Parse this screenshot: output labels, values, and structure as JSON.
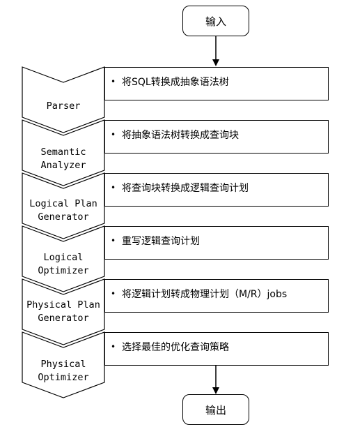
{
  "input": {
    "label": "输入"
  },
  "output": {
    "label": "输出"
  },
  "stages": [
    {
      "name": "Parser",
      "step": "将SQL转换成抽象语法树"
    },
    {
      "name": "Semantic\nAnalyzer",
      "step": "将抽象语法树转换成查询块"
    },
    {
      "name": "Logical Plan\nGenerator",
      "step": "将查询块转换成逻辑查询计划"
    },
    {
      "name": "Logical\nOptimizer",
      "step": "重写逻辑查询计划"
    },
    {
      "name": "Physical Plan\nGenerator",
      "step": "将逻辑计划转成物理计划（M/R）jobs"
    },
    {
      "name": "Physical\nOptimizer",
      "step": "选择最佳的优化查询策略"
    }
  ]
}
